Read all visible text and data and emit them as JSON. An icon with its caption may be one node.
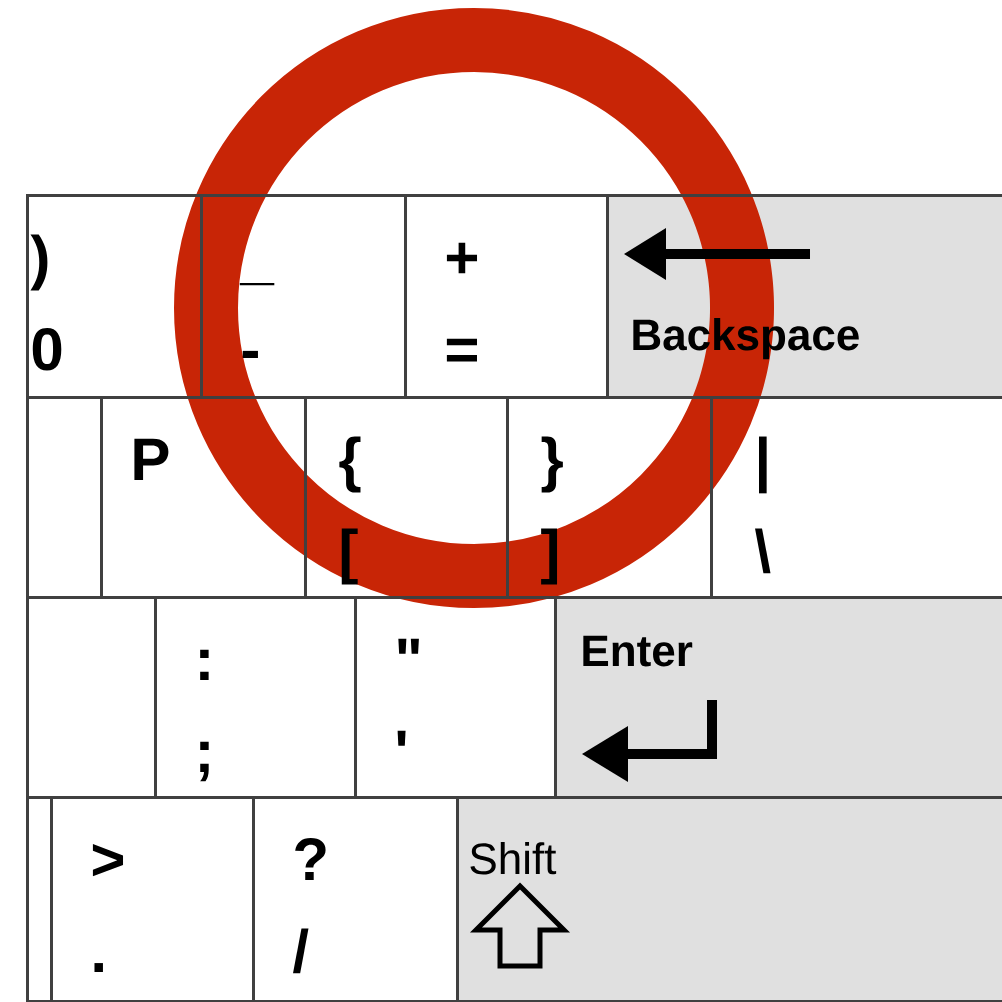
{
  "diagram": {
    "nodes": [
      {
        "text": [
          ")",
          "0"
        ]
      },
      {
        "text": [
          "_",
          "-"
        ]
      },
      {
        "text": [
          "+",
          "="
        ]
      },
      {
        "text": [
          "Backspace"
        ]
      },
      {
        "text": [],
        "shape": "box"
      },
      {
        "text": [
          "P"
        ]
      },
      {
        "text": [
          "{",
          "["
        ]
      },
      {
        "text": [
          "}",
          "]"
        ]
      },
      {
        "text": [
          "|",
          "\\"
        ]
      },
      {
        "text": [],
        "shape": "box"
      },
      {
        "text": [
          ":",
          ";"
        ]
      },
      {
        "text": [
          "\"",
          "'"
        ]
      },
      {
        "text": [
          "Enter"
        ]
      },
      {
        "text": [],
        "shape": "box"
      },
      {
        "text": [
          ">",
          "."
        ]
      },
      {
        "text": [
          "?",
          "/"
        ]
      },
      {
        "text": [
          "Shift"
        ]
      }
    ]
  }
}
